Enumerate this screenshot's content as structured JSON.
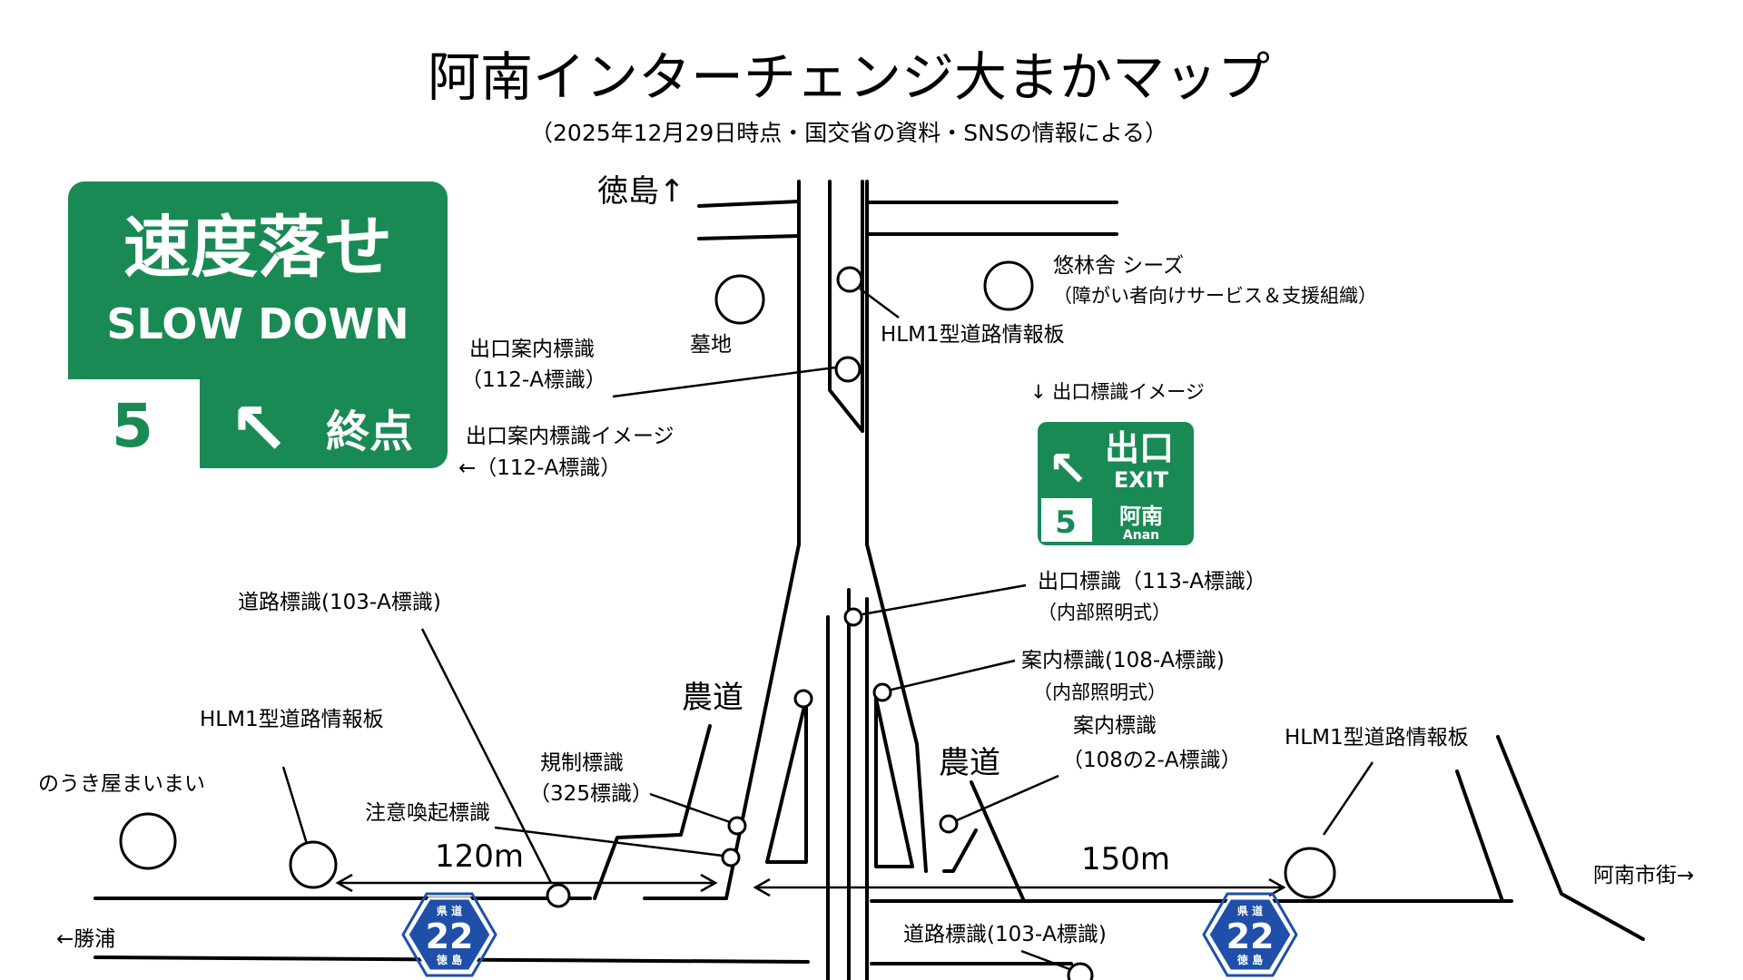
{
  "title": "阿南インターチェンジ大まかマップ",
  "subtitle": "（2025年12月29日時点・国交省の資料・SNSの情報による）",
  "directions": {
    "tokushima": "徳島↑",
    "katsuura": "←勝浦",
    "anan_city": "阿南市街→"
  },
  "places": {
    "graveyard": "墓地",
    "yurinsha": "悠林舎 シーズ",
    "yurinsha_note": "（障がい者向けサービス＆支援組織）",
    "nouki": "のうき屋まいまい",
    "farm_road_1": "農道",
    "farm_road_2": "農道"
  },
  "distances": {
    "left": "120m",
    "right": "150m"
  },
  "signs": {
    "hlm1_top": "HLM1型道路情報板",
    "exit_guide": "出口案内標識",
    "exit_guide_code": "（112-A標識）",
    "exit_guide_image": "出口案内標識イメージ",
    "exit_guide_image_code": "←（112-A標識）",
    "exit_image_caption": "↓ 出口標識イメージ",
    "exit_sign": "出口標識（113-A標識）",
    "exit_sign_note": "（内部照明式）",
    "guide_108": "案内標識(108-A標識)",
    "guide_108_note": "（内部照明式）",
    "guide_108_2": "案内標識",
    "guide_108_2_code": "（108の2-A標識）",
    "road_103_left": "道路標識(103-A標識)",
    "road_103_bottom": "道路標識(103-A標識)",
    "hlm1_left": "HLM1型道路情報板",
    "hlm1_right": "HLM1型道路情報板",
    "regulation": "規制標識",
    "regulation_code": "（325標識）",
    "caution": "注意喚起標識"
  },
  "slow_down_sign": {
    "jp": "速度落せ",
    "en": "SLOW DOWN",
    "number": "5",
    "arrow": "↖",
    "end": "終点"
  },
  "exit_sign_image": {
    "arrow": "↖",
    "jp": "出口",
    "en": "EXIT",
    "number": "5",
    "dest_jp": "阿南",
    "dest_en": "Anan"
  },
  "route_shields": [
    {
      "top": "県 道",
      "number": "22",
      "bottom": "徳 島"
    },
    {
      "top": "県 道",
      "number": "22",
      "bottom": "徳 島"
    }
  ],
  "colors": {
    "sign_green": "#1a8a55",
    "shield_blue": "#1f4fa8"
  }
}
